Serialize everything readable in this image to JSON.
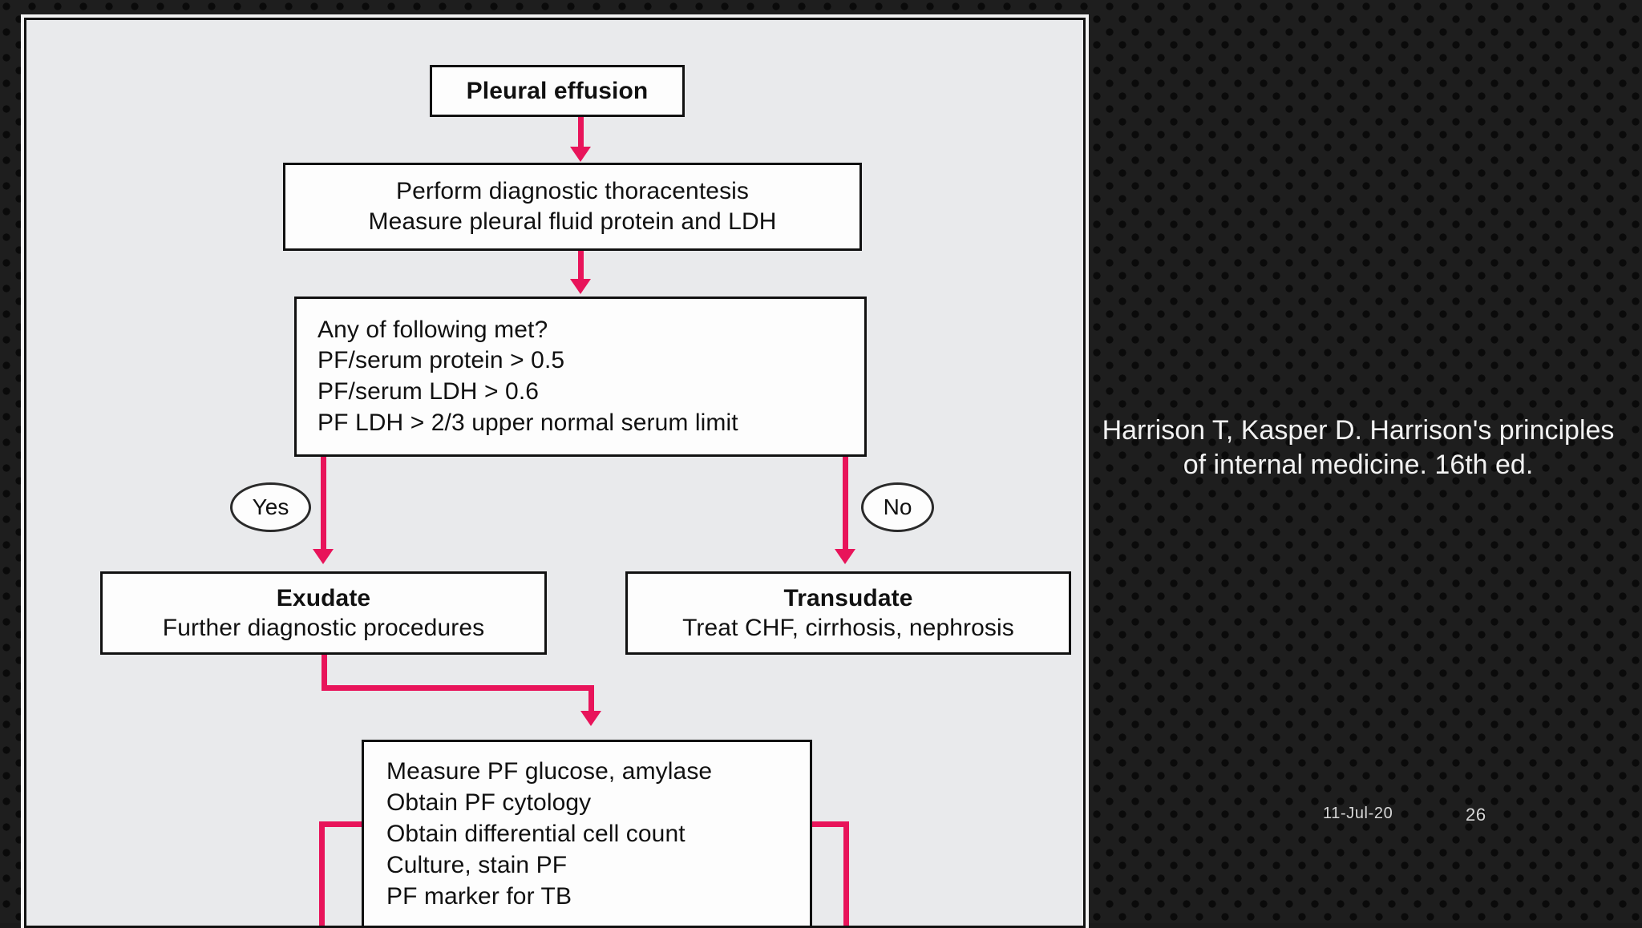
{
  "slide": {
    "background_color": "#1e1e1e",
    "accent_color": "#e8145a",
    "date": "11-Jul-20",
    "number": "26",
    "citation": "Harrison T, Kasper D. Harrison's principles of internal medicine. 16th ed."
  },
  "figure": {
    "background_color": "#e9eaec",
    "nodes": {
      "pleural_effusion": {
        "title": "Pleural effusion"
      },
      "thoracentesis": {
        "lines": [
          "Perform diagnostic thoracentesis",
          "Measure pleural fluid protein and LDH"
        ]
      },
      "criteria": {
        "lines": [
          "Any of following met?",
          "PF/serum protein > 0.5",
          "PF/serum LDH > 0.6",
          "PF LDH > 2/3 upper normal serum limit"
        ]
      },
      "exudate": {
        "title": "Exudate",
        "subtitle": "Further diagnostic procedures"
      },
      "transudate": {
        "title": "Transudate",
        "subtitle": "Treat CHF, cirrhosis, nephrosis"
      },
      "measure_pf": {
        "lines": [
          "Measure PF glucose, amylase",
          "Obtain PF cytology",
          "Obtain differential cell count",
          "Culture, stain PF",
          "PF marker for TB"
        ]
      }
    },
    "branch_labels": {
      "yes": "Yes",
      "no": "No"
    }
  }
}
